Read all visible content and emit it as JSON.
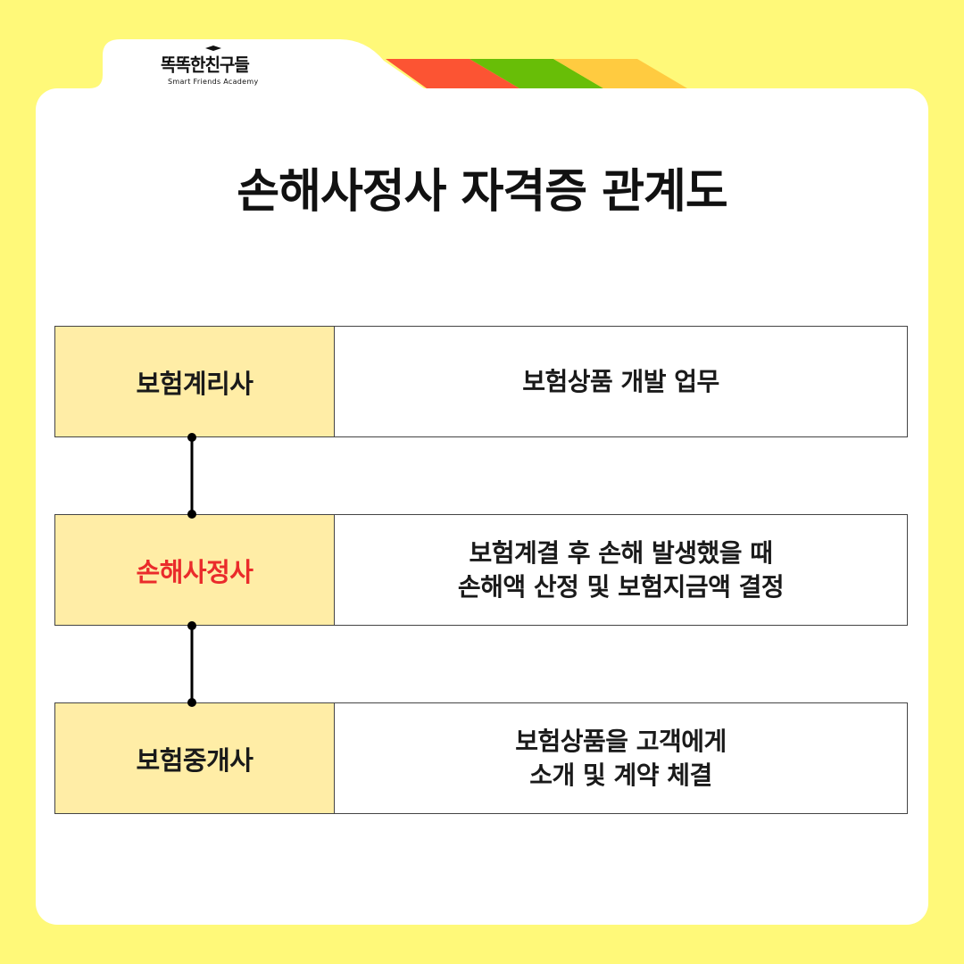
{
  "logo": {
    "main_text": "똑똑한친구들",
    "sub_text": "Smart Friends Academy"
  },
  "title": "손해사정사 자격증 관계도",
  "rows": [
    {
      "label": "보험계리사",
      "highlight": false,
      "desc_lines": [
        "보험상품 개발 업무"
      ]
    },
    {
      "label": "손해사정사",
      "highlight": true,
      "desc_lines": [
        "보험계결 후 손해 발생했을 때",
        "손해액 산정 및 보험지금액 결정"
      ]
    },
    {
      "label": "보험중개사",
      "highlight": false,
      "desc_lines": [
        "보험상품을 고객에게",
        "소개 및 계약 체결"
      ]
    }
  ],
  "colors": {
    "background": "#fff979",
    "label_fill": "#ffeda6",
    "highlight_text": "#ea2b2b",
    "stripes": [
      "#fc5433",
      "#68be07",
      "#ffcb40",
      "#1da9f0"
    ]
  }
}
